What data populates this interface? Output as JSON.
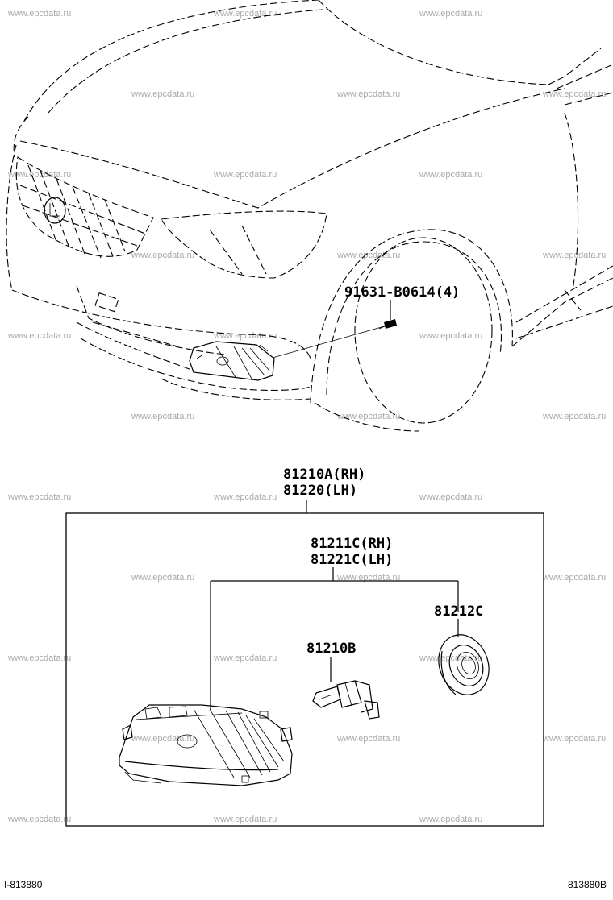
{
  "watermark": "www.epcdata.ru",
  "callouts": {
    "screw": "91631-B0614(4)",
    "assembly_rh": "81210A(RH)",
    "assembly_lh": "81220(LH)",
    "lens_rh": "81211C(RH)",
    "lens_lh": "81221C(LH)",
    "bulb": "81210B",
    "socket": "81212C"
  },
  "footer": {
    "left_code": "I-813880",
    "right_code": "813880B"
  }
}
